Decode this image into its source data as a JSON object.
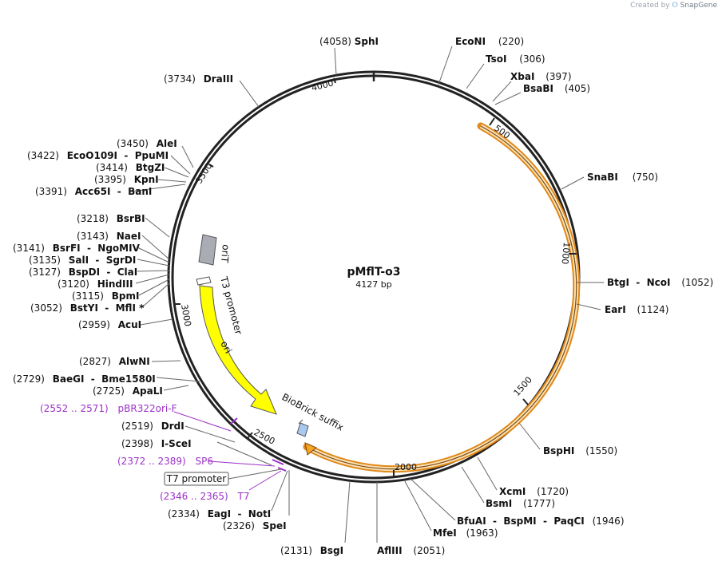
{
  "credit": {
    "prefix": "Created by",
    "brand": "SnapGene"
  },
  "plasmid": {
    "name": "pMflT-o3",
    "size": "4127 bp"
  },
  "ticks": [
    "500",
    "1000",
    "1500",
    "2000",
    "2500",
    "3000",
    "3500",
    "4000"
  ],
  "features": {
    "orit": "oriT",
    "t3": "T3 promoter",
    "ori": "ori",
    "biobrick": "BioBrick suffix",
    "t7": "T7 promoter"
  },
  "sites": [
    {
      "pos": "(4058)",
      "name": "SphI"
    },
    {
      "pos": "(220)",
      "name": "EcoNI"
    },
    {
      "pos": "(306)",
      "name": "TsoI"
    },
    {
      "pos": "(397)",
      "name": "XbaI"
    },
    {
      "pos": "(405)",
      "name": "BsaBI"
    },
    {
      "pos": "(750)",
      "name": "SnaBI"
    },
    {
      "pos": "(1052)",
      "name": "BtgI  -  NcoI"
    },
    {
      "pos": "(1124)",
      "name": "EarI"
    },
    {
      "pos": "(1550)",
      "name": "BspHI"
    },
    {
      "pos": "(1720)",
      "name": "XcmI"
    },
    {
      "pos": "(1777)",
      "name": "BsmI"
    },
    {
      "pos": "(1946)",
      "name": "BfuAI  -  BspMI  -  PaqCI"
    },
    {
      "pos": "(1963)",
      "name": "MfeI"
    },
    {
      "pos": "(2051)",
      "name": "AflIII"
    },
    {
      "pos": "(2131)",
      "name": "BsgI"
    },
    {
      "pos": "(2326)",
      "name": "SpeI"
    },
    {
      "pos": "(2334)",
      "name": "EagI  -  NotI"
    },
    {
      "pos": "(2398)",
      "name": "I-SceI"
    },
    {
      "pos": "(2519)",
      "name": "DrdI"
    },
    {
      "pos": "(2725)",
      "name": "ApaLI"
    },
    {
      "pos": "(2729)",
      "name": "BaeGI  -  Bme1580I"
    },
    {
      "pos": "(2827)",
      "name": "AlwNI"
    },
    {
      "pos": "(2959)",
      "name": "AcuI"
    },
    {
      "pos": "(3052)",
      "name": "BstYI  -  MflI *"
    },
    {
      "pos": "(3115)",
      "name": "BpmI"
    },
    {
      "pos": "(3120)",
      "name": "HindIII"
    },
    {
      "pos": "(3127)",
      "name": "BspDI  -  ClaI"
    },
    {
      "pos": "(3135)",
      "name": "SalI  -  SgrDI"
    },
    {
      "pos": "(3141)",
      "name": "BsrFI  -  NgoMIV"
    },
    {
      "pos": "(3143)",
      "name": "NaeI"
    },
    {
      "pos": "(3218)",
      "name": "BsrBI"
    },
    {
      "pos": "(3391)",
      "name": "Acc65I  -  BanI"
    },
    {
      "pos": "(3395)",
      "name": "KpnI"
    },
    {
      "pos": "(3414)",
      "name": "BtgZI"
    },
    {
      "pos": "(3422)",
      "name": "EcoO109I  -  PpuMI"
    },
    {
      "pos": "(3450)",
      "name": "AleI"
    },
    {
      "pos": "(3734)",
      "name": "DraIII"
    }
  ],
  "primers": [
    {
      "range": "(2552 .. 2571)",
      "name": "pBR322ori-F"
    },
    {
      "range": "(2372 .. 2389)",
      "name": "SP6"
    },
    {
      "range": "(2346 .. 2365)",
      "name": "T7"
    }
  ],
  "colors": {
    "backbone": "#222222",
    "cds": "#f5a623",
    "ori": "#ffff00",
    "orit": "#a9adb3",
    "biobrick": "#a8c8f0",
    "primer": "#9b30c8"
  }
}
